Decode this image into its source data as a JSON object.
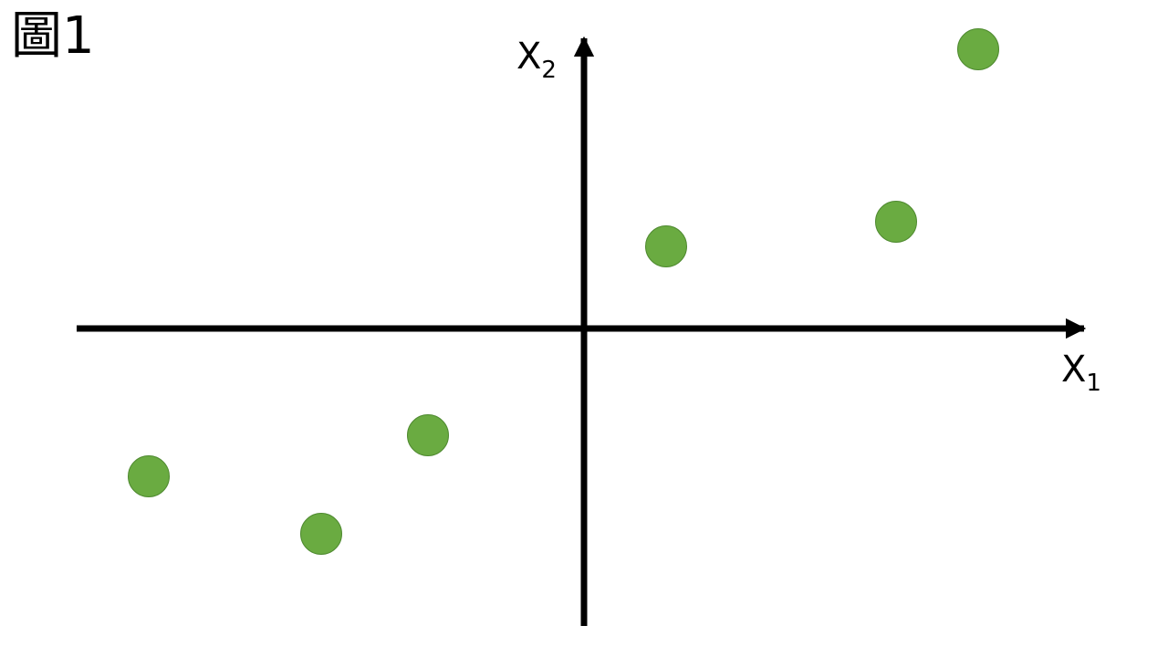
{
  "figure_label": "圖1",
  "colors": {
    "point_fill": "#6aab41",
    "point_stroke": "#4f8a30",
    "axis": "#000000"
  },
  "chart_data": {
    "type": "scatter",
    "title": "圖1",
    "xlabel": {
      "base": "X",
      "sub": "1"
    },
    "ylabel": {
      "base": "X",
      "sub": "2"
    },
    "grid": false,
    "legend": "none",
    "xlim": [
      -6.5,
      6.5
    ],
    "ylim": [
      -4.0,
      4.0
    ],
    "points": [
      {
        "x": -5.3,
        "y": -1.8
      },
      {
        "x": -3.2,
        "y": -2.5
      },
      {
        "x": -1.9,
        "y": -1.3
      },
      {
        "x": 1.0,
        "y": 1.0
      },
      {
        "x": 3.8,
        "y": 1.3
      },
      {
        "x": 4.8,
        "y": 3.4
      }
    ]
  }
}
